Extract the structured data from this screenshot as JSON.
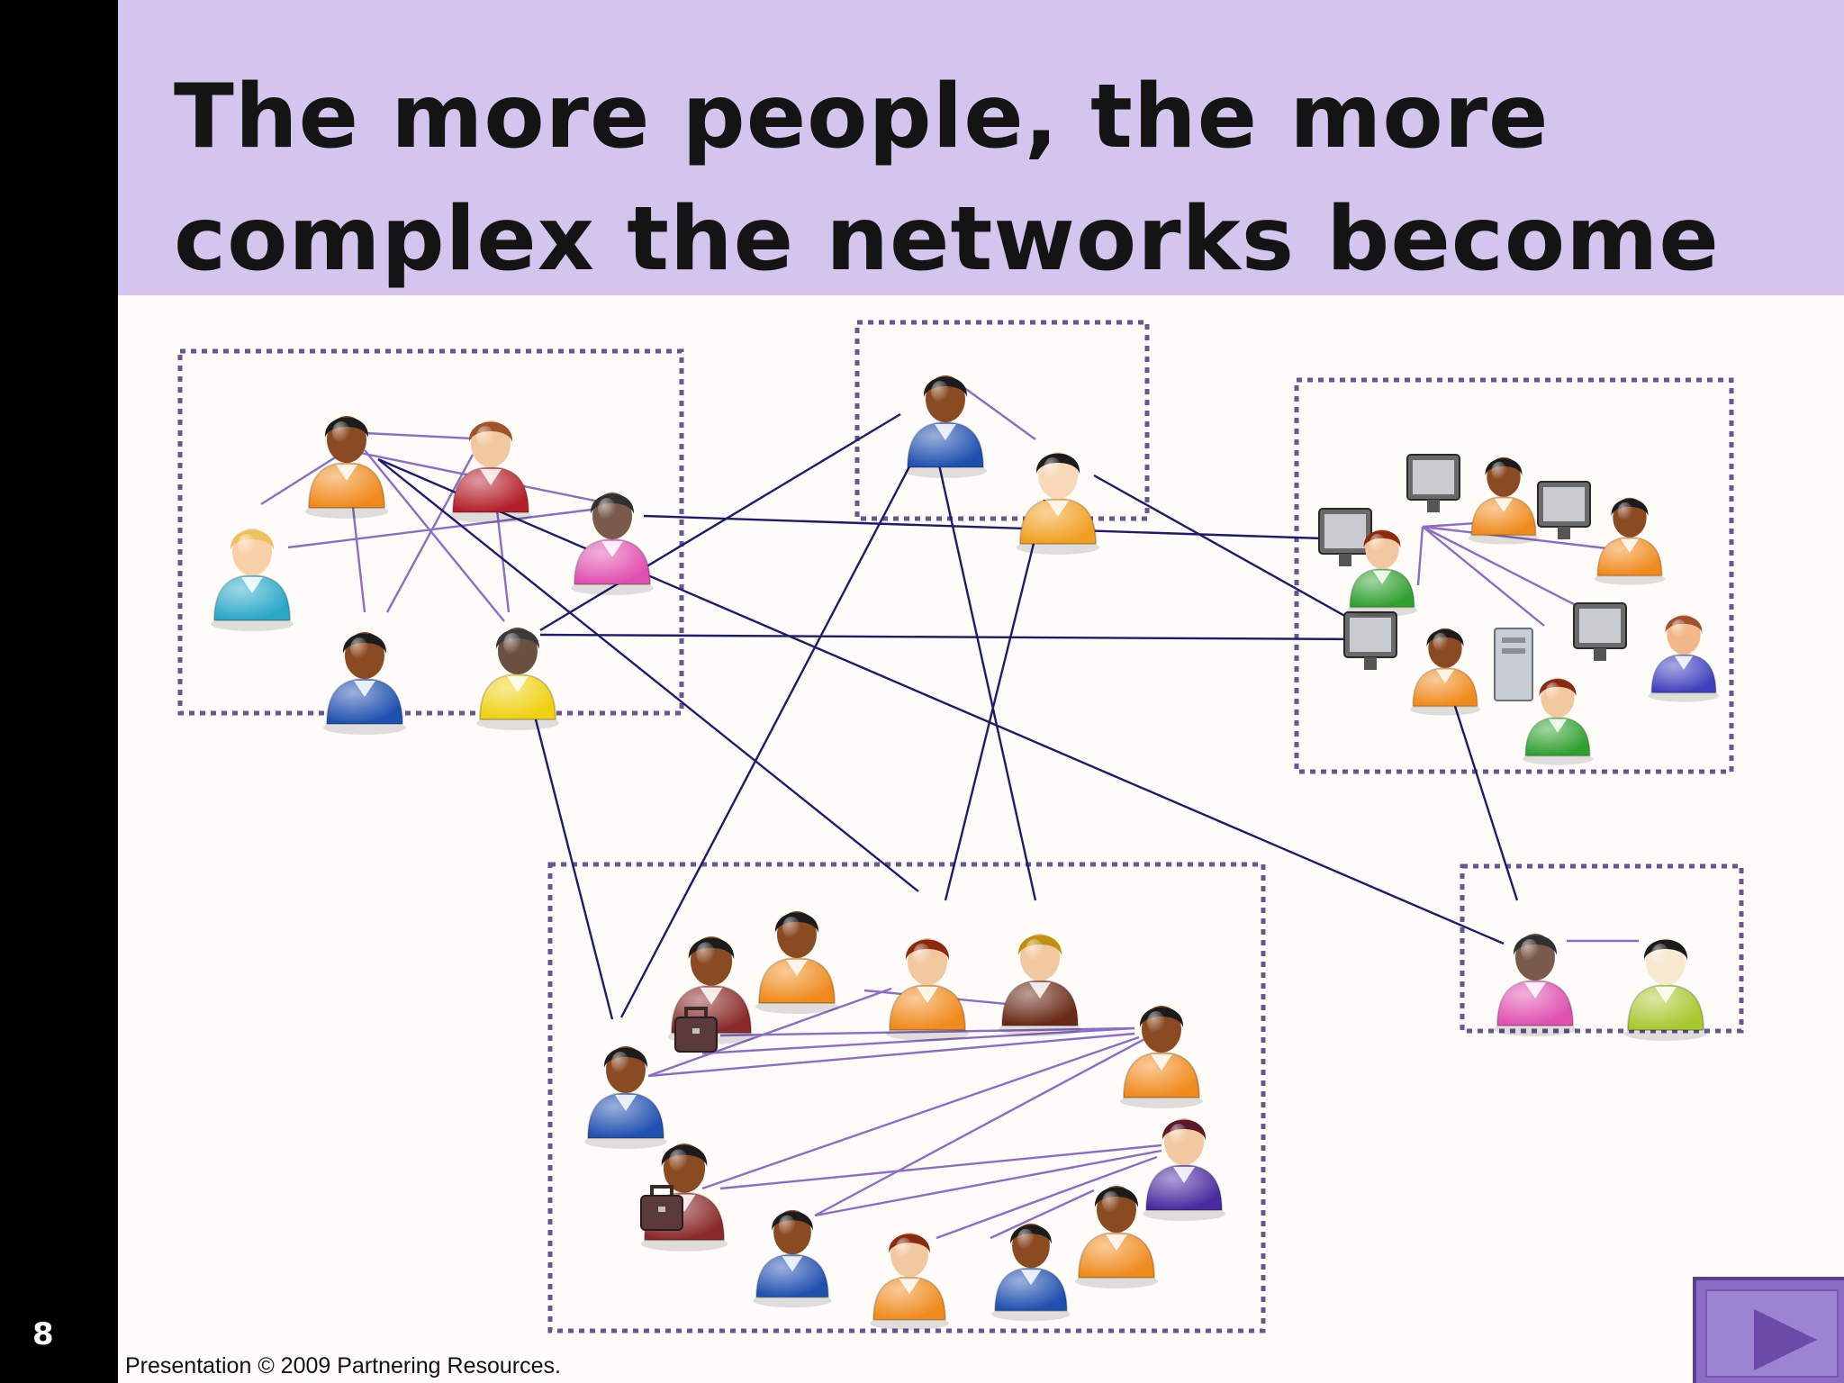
{
  "slide": {
    "number": "8",
    "title_lines": [
      "The more people, the more",
      "complex the networks become"
    ],
    "footer": "Presentation © 2009 Partnering Resources.",
    "accent_color": "#d3c5ee",
    "link_color": "#1f1a6b",
    "group_link_color": "#8c6cc4"
  },
  "navigation": {
    "next_icon": "play-triangle-icon"
  },
  "people": [
    {
      "id": "g1a",
      "color": "#f08a1c",
      "hair": "#1c1c1c",
      "skin": "#8a4a22"
    },
    {
      "id": "g1b",
      "color": "#b4202a",
      "hair": "#a0522d",
      "skin": "#f2c8a0"
    },
    {
      "id": "g1c",
      "color": "#2aa8c8",
      "hair": "#f0c060",
      "skin": "#f8d0a8"
    },
    {
      "id": "g1d",
      "color": "#e050b0",
      "hair": "#303030",
      "skin": "#7a5a4a"
    },
    {
      "id": "g1e",
      "color": "#2050b0",
      "hair": "#1c1c1c",
      "skin": "#8a4a22"
    },
    {
      "id": "g1f",
      "color": "#f0d010",
      "hair": "#3a3a3a",
      "skin": "#6a5040"
    },
    {
      "id": "g2a",
      "color": "#2050b0",
      "hair": "#1c1c1c",
      "skin": "#8a4a22"
    },
    {
      "id": "g2b",
      "color": "#f0a020",
      "hair": "#1c1c1c",
      "skin": "#f8d8b8"
    },
    {
      "id": "g3a",
      "color": "#30a030",
      "hair": "#8a2a10",
      "skin": "#f2c8a0"
    },
    {
      "id": "g3b",
      "color": "#f08a1c",
      "hair": "#1c1c1c",
      "skin": "#8a4a22"
    },
    {
      "id": "g3c",
      "color": "#f08a1c",
      "hair": "#1c1c1c",
      "skin": "#8a4a22"
    },
    {
      "id": "g3d",
      "color": "#f08a1c",
      "hair": "#1c1c1c",
      "skin": "#8a4a22"
    },
    {
      "id": "g3e",
      "color": "#30a030",
      "hair": "#8a2a10",
      "skin": "#f2c8a0"
    },
    {
      "id": "g3f",
      "color": "#4040c0",
      "hair": "#a0522d",
      "skin": "#f2b888"
    },
    {
      "id": "g4a",
      "color": "#e050b0",
      "hair": "#303030",
      "skin": "#7a5a4a"
    },
    {
      "id": "g4b",
      "color": "#a8c830",
      "hair": "#1c1c1c",
      "skin": "#f8e8d0"
    },
    {
      "id": "g5a",
      "color": "#8a2a2a",
      "hair": "#1c1c1c",
      "skin": "#8a4a22"
    },
    {
      "id": "g5b",
      "color": "#f08a1c",
      "hair": "#1c1c1c",
      "skin": "#8a4a22"
    },
    {
      "id": "g5c",
      "color": "#f08a1c",
      "hair": "#8a2a10",
      "skin": "#f2c8a0"
    },
    {
      "id": "g5d",
      "color": "#6a2a18",
      "hair": "#c09010",
      "skin": "#f2c8a0"
    },
    {
      "id": "g5e",
      "color": "#f08a1c",
      "hair": "#1c1c1c",
      "skin": "#8a4a22"
    },
    {
      "id": "g5f",
      "color": "#2050b0",
      "hair": "#1c1c1c",
      "skin": "#8a4a22"
    },
    {
      "id": "g5g",
      "color": "#4a2aa0",
      "hair": "#5a1a2a",
      "skin": "#f2c8a0"
    },
    {
      "id": "g5h",
      "color": "#8a2a2a",
      "hair": "#1c1c1c",
      "skin": "#8a4a22"
    },
    {
      "id": "g5i",
      "color": "#2050b0",
      "hair": "#1c1c1c",
      "skin": "#8a4a22"
    },
    {
      "id": "g5j",
      "color": "#f08a1c",
      "hair": "#8a2a10",
      "skin": "#f2c8a0"
    },
    {
      "id": "g5k",
      "color": "#2050b0",
      "hair": "#1c1c1c",
      "skin": "#8a4a22"
    },
    {
      "id": "g5l",
      "color": "#f08a1c",
      "hair": "#1c1c1c",
      "skin": "#8a4a22"
    }
  ]
}
